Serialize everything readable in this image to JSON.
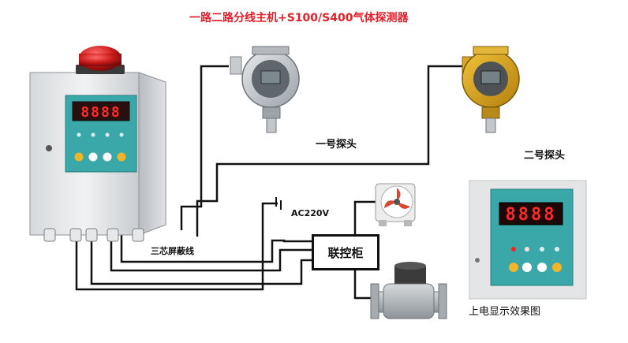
{
  "title": "一路二路分线主机+S100/S400气体探测器",
  "labels": {
    "probe1": "一号探头",
    "probe2": "二号探头",
    "ac": "AC220V",
    "wire": "三芯屏蔽线",
    "cabinet": "联控柜",
    "caption": "上电显示效果图"
  },
  "display": {
    "main_digits": "8888",
    "photo_digits": "8888"
  },
  "colors": {
    "title": "#e0202a",
    "panel": "#3aa7a8",
    "display_red": "#ff2a2a",
    "wire": "#111111"
  }
}
